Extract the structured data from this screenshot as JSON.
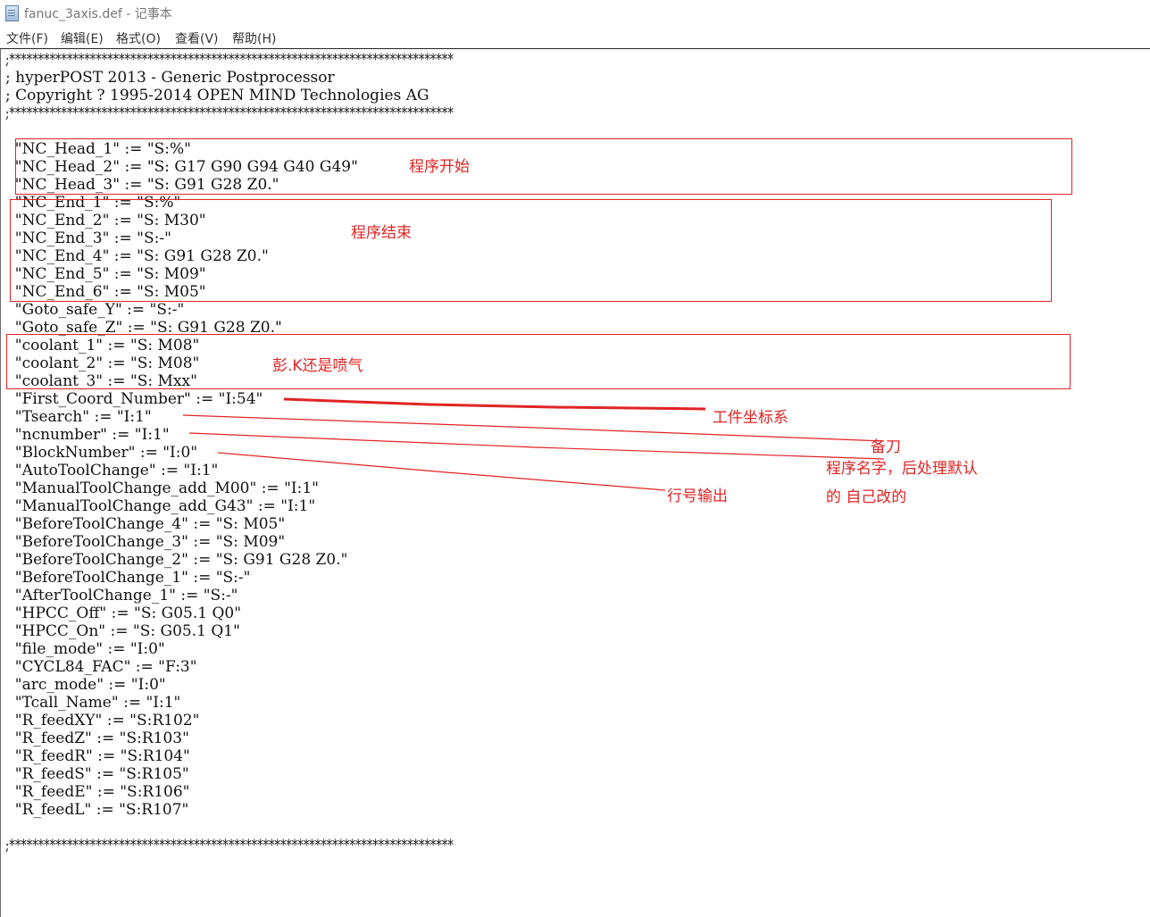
{
  "window": {
    "title": "fanuc_3axis.def - 记事本"
  },
  "menu": [
    "文件(F)",
    "编辑(E)",
    "格式(O)",
    "查看(V)",
    "帮助(H)"
  ],
  "lines": [
    ";*****************************************************************************",
    "; hyperPOST 2013 - Generic Postprocessor",
    "; Copyright ? 1995-2014 OPEN MIND Technologies AG",
    ";*****************************************************************************",
    "",
    "  \"NC_Head_1\" := \"S:%\"",
    "  \"NC_Head_2\" := \"S: G17 G90 G94 G40 G49\"",
    "  \"NC_Head_3\" := \"S: G91 G28 Z0.\"",
    "  \"NC_End_1\" := \"S:%\"",
    "  \"NC_End_2\" := \"S: M30\"",
    "  \"NC_End_3\" := \"S:-\"",
    "  \"NC_End_4\" := \"S: G91 G28 Z0.\"",
    "  \"NC_End_5\" := \"S: M09\"",
    "  \"NC_End_6\" := \"S: M05\"",
    "  \"Goto_safe_Y\" := \"S:-\"",
    "  \"Goto_safe_Z\" := \"S: G91 G28 Z0.\"",
    "  \"coolant_1\" := \"S: M08\"",
    "  \"coolant_2\" := \"S: M08\"",
    "  \"coolant_3\" := \"S: Mxx\"",
    "  \"First_Coord_Number\" := \"I:54\"",
    "  \"Tsearch\" := \"I:1\"",
    "  \"ncnumber\" := \"I:1\"",
    "  \"BlockNumber\" := \"I:0\"",
    "  \"AutoToolChange\" := \"I:1\"",
    "  \"ManualToolChange_add_M00\" := \"I:1\"",
    "  \"ManualToolChange_add_G43\" := \"I:1\"",
    "  \"BeforeToolChange_4\" := \"S: M05\"",
    "  \"BeforeToolChange_3\" := \"S: M09\"",
    "  \"BeforeToolChange_2\" := \"S: G91 G28 Z0.\"",
    "  \"BeforeToolChange_1\" := \"S:-\"",
    "  \"AfterToolChange_1\" := \"S:-\"",
    "  \"HPCC_Off\" := \"S: G05.1 Q0\"",
    "  \"HPCC_On\" := \"S: G05.1 Q1\"",
    "  \"file_mode\" := \"I:0\"",
    "  \"CYCL84_FAC\" := \"F:3\"",
    "  \"arc_mode\" := \"I:0\"",
    "  \"Tcall_Name\" := \"I:1\"",
    "  \"R_feedXY\" := \"S:R102\"",
    "  \"R_feedZ\" := \"S:R103\"",
    "  \"R_feedR\" := \"S:R104\"",
    "  \"R_feedS\" := \"S:R105\"",
    "  \"R_feedE\" := \"S:R106\"",
    "  \"R_feedL\" := \"S:R107\"",
    "",
    ";*****************************************************************************"
  ],
  "annotations": {
    "head": "程序开始",
    "end": "程序结束",
    "coolant": "彭.K还是喷气",
    "coord": "工件坐标系",
    "tsearch": "备刀",
    "ncnumber_1": "程序名字，后处理默认",
    "ncnumber_2": "的  自己改的",
    "block": "行号输出"
  },
  "colors": {
    "annotation": "#e02424",
    "text": "#111111"
  }
}
